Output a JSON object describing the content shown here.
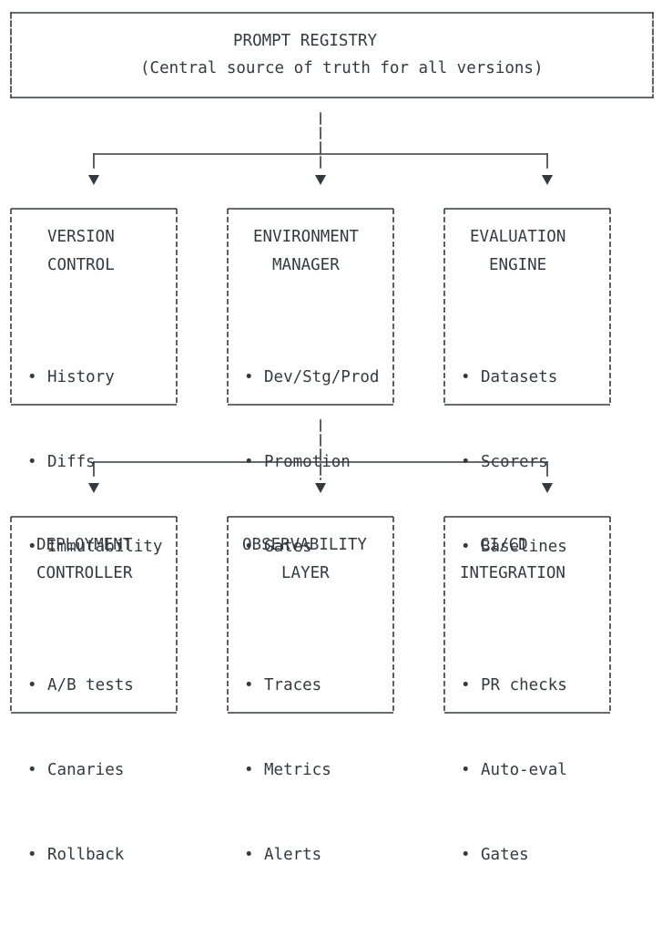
{
  "registry": {
    "title": "PROMPT REGISTRY",
    "subtitle": "(Central source of truth for all versions)"
  },
  "bullet": "•",
  "rows": [
    {
      "boxes": [
        {
          "title_lines": [
            "VERSION",
            "CONTROL"
          ],
          "items": [
            "History",
            "Diffs",
            "Immutability"
          ]
        },
        {
          "title_lines": [
            "ENVIRONMENT",
            "MANAGER"
          ],
          "items": [
            "Dev/Stg/Prod",
            "Promotion",
            "Gates"
          ]
        },
        {
          "title_lines": [
            "EVALUATION",
            "ENGINE"
          ],
          "items": [
            "Datasets",
            "Scorers",
            "Baselines"
          ]
        }
      ]
    },
    {
      "boxes": [
        {
          "title_lines": [
            "DEPLOYMENT",
            "CONTROLLER"
          ],
          "items": [
            "A/B tests",
            "Canaries",
            "Rollback"
          ]
        },
        {
          "title_lines": [
            "OBSERVABILITY",
            "LAYER"
          ],
          "items": [
            "Traces",
            "Metrics",
            "Alerts"
          ]
        },
        {
          "title_lines": [
            "CI/CD",
            "INTEGRATION"
          ],
          "items": [
            "PR checks",
            "Auto-eval",
            "Gates"
          ]
        }
      ]
    }
  ],
  "colors": {
    "line": "#333a40",
    "text": "#333a40"
  }
}
